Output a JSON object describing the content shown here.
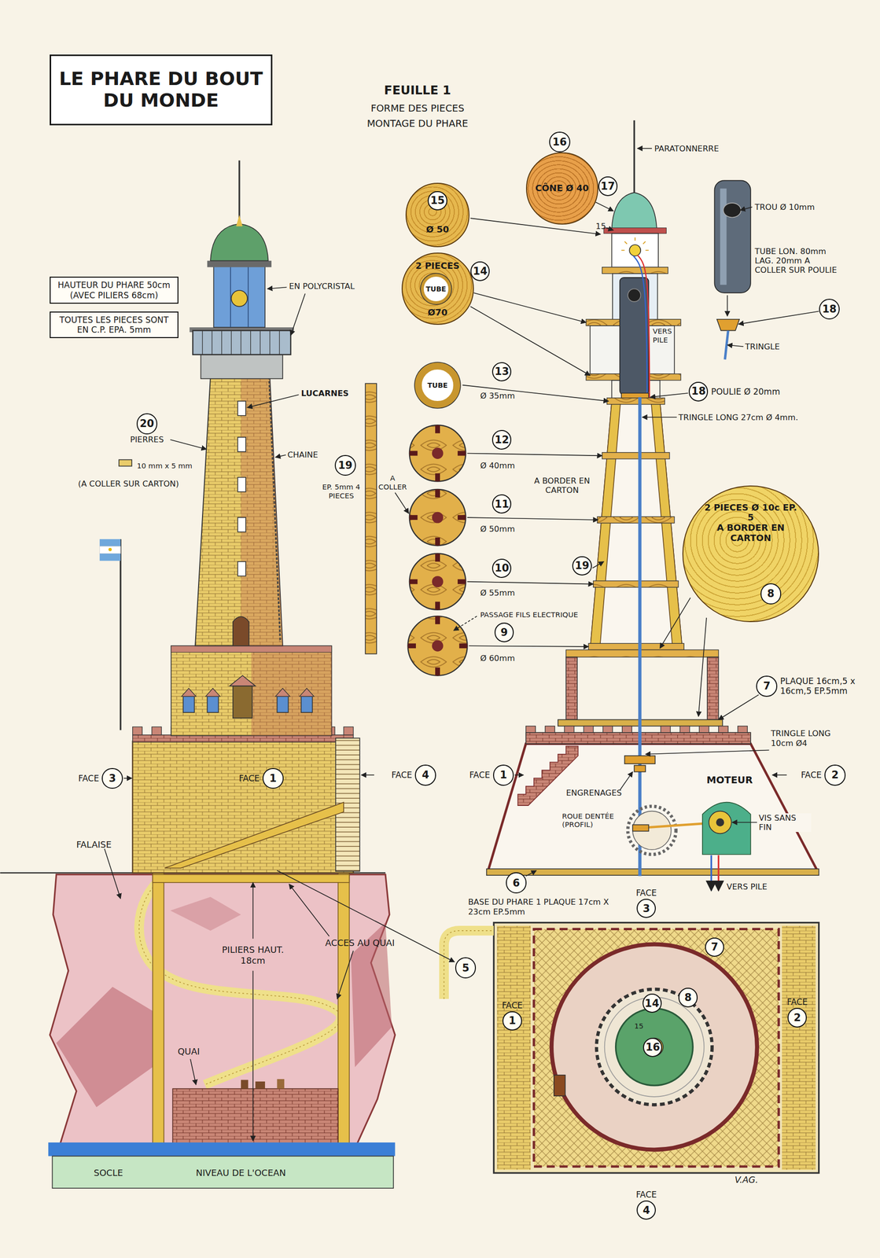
{
  "diagram": {
    "title": "LE PHARE DU BOUT DU MONDE",
    "nodes": [
      {
        "text": [
          "HAUTEUR DU PHARE 50cm (AVEC PILIERS 68cm)"
        ]
      },
      {
        "text": [
          "TOUTES LES PIECES SONT EN C.P. EPA. 5mm"
        ]
      },
      {
        "text": [
          "16"
        ]
      },
      {
        "text": [
          "Ø 50"
        ]
      },
      {
        "text": [
          "15"
        ],
        "in": 3
      },
      {
        "text": [
          "CÔNE Ø 40"
        ]
      },
      {
        "text": [
          "17"
        ]
      },
      {
        "text": [
          "2 PIECES",
          "Ø70"
        ]
      },
      {
        "text": [
          "TUBE"
        ],
        "in": 7
      },
      {
        "text": [
          "14"
        ]
      },
      {
        "text": [
          "TUBE"
        ]
      },
      {
        "text": [
          "13"
        ]
      },
      {
        "text": [
          "12"
        ]
      },
      {
        "text": [
          "11"
        ]
      },
      {
        "text": [
          "10"
        ]
      },
      {
        "text": [
          "9"
        ]
      },
      {
        "text": [
          "19"
        ]
      },
      {
        "text": [
          "19"
        ]
      },
      {
        "text": [
          "18"
        ]
      },
      {
        "text": [
          "18",
          "POULIE Ø 20mm"
        ]
      },
      {
        "text": [
          "2 PIECES Ø 10c EP. 5",
          "A BORDER EN CARTON"
        ]
      },
      {
        "text": [
          "8"
        ],
        "in": 20
      },
      {
        "text": [
          "7",
          "PLAQUE 16cm,5 x 16cm,5 EP.5mm"
        ]
      },
      {
        "text": [
          "20"
        ]
      },
      {
        "text": [
          "FACE",
          "3"
        ]
      },
      {
        "text": [
          "FACE",
          "1"
        ]
      },
      {
        "text": [
          "FACE",
          "4"
        ]
      },
      {
        "text": [
          "FACE",
          "1"
        ]
      },
      {
        "text": [
          "FACE",
          "2"
        ]
      },
      {
        "text": [
          "6"
        ]
      },
      {
        "text": [
          "5"
        ]
      },
      {
        "text": [
          "FACE",
          "3"
        ]
      },
      {
        "text": [
          "FACE",
          "1"
        ]
      },
      {
        "text": [
          "FACE",
          "2"
        ]
      },
      {
        "text": [
          "FACE",
          "4"
        ]
      },
      {
        "text": [
          "7"
        ]
      },
      {
        "text": [
          "8"
        ]
      },
      {
        "text": [
          "14"
        ]
      },
      {
        "text": [
          "16"
        ]
      }
    ],
    "labels": [
      "FEUILLE 1",
      "FORME DES PIECES",
      "MONTAGE DU PHARE",
      "EN POLYCRISTAL",
      "LUCARNES",
      "PIERRES",
      "10 mm x 5 mm",
      "(A COLLER SUR CARTON)",
      "CHAINE",
      "FALAISE",
      "ACCES AU QUAI",
      "PILIERS HAUT. 18cm",
      "QUAI",
      "SOCLE",
      "NIVEAU DE L'OCEAN",
      "PARATONNERRE",
      "TROU Ø 10mm",
      "TUBE LON. 80mm LAG. 20mm A COLLER SUR POULIE",
      "TRINGLE",
      "TRINGLE LONG 27cm Ø 4mm.",
      "Ø 35mm",
      "Ø 40mm",
      "A BORDER EN CARTON",
      "Ø 50mm",
      "Ø 55mm",
      "PASSAGE FILS ELECTRIQUE",
      "Ø 60mm",
      "EP. 5mm 4 PIECES",
      "A COLLER",
      "VERS PILE",
      "TRINGLE LONG 10cm Ø4",
      "ENGRENAGES",
      "MOTEUR",
      "ROUE DENTÉE (PROFIL)",
      "VIS SANS FIN",
      "VERS PILE",
      "BASE DU PHARE 1 PLAQUE 17cm X 23cm EP.5mm",
      "V.AG.",
      "15",
      "15"
    ]
  }
}
